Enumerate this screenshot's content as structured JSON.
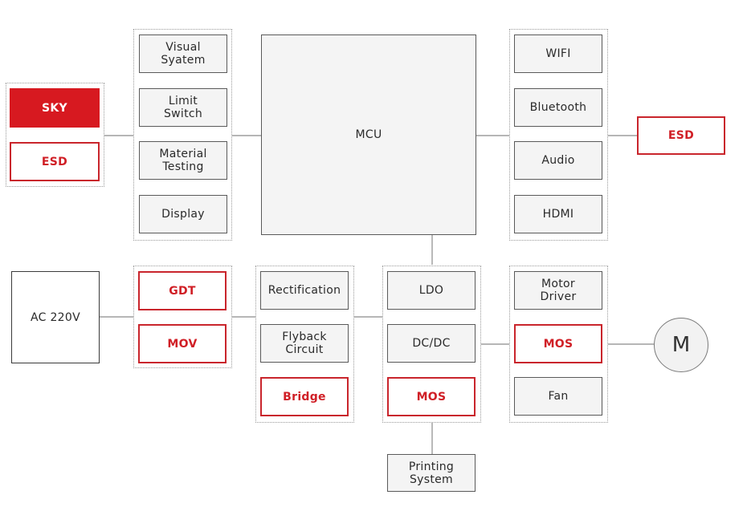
{
  "blocks": {
    "sky": "SKY",
    "esd_left": "ESD",
    "visual_system": "Visual\nSyatem",
    "limit_switch": "Limit\nSwitch",
    "material_testing": "Material\nTesting",
    "display": "Display",
    "mcu": "MCU",
    "wifi": "WIFI",
    "bluetooth": "Bluetooth",
    "audio": "Audio",
    "hdmi": "HDMI",
    "esd_right": "ESD",
    "ac220v": "AC 220V",
    "gdt": "GDT",
    "mov": "MOV",
    "rectification": "Rectification",
    "flyback": "Flyback\nCircuit",
    "bridge": "Bridge",
    "ldo": "LDO",
    "dcdc": "DC/DC",
    "mos_power": "MOS",
    "motor_driver": "Motor\nDriver",
    "mos_motor": "MOS",
    "fan": "Fan",
    "motor": "M",
    "printing_system": "Printing\nSystem"
  },
  "colors": {
    "accent_red": "#d71920",
    "box_fill": "#f4f4f4",
    "line": "#8a8a8a"
  }
}
